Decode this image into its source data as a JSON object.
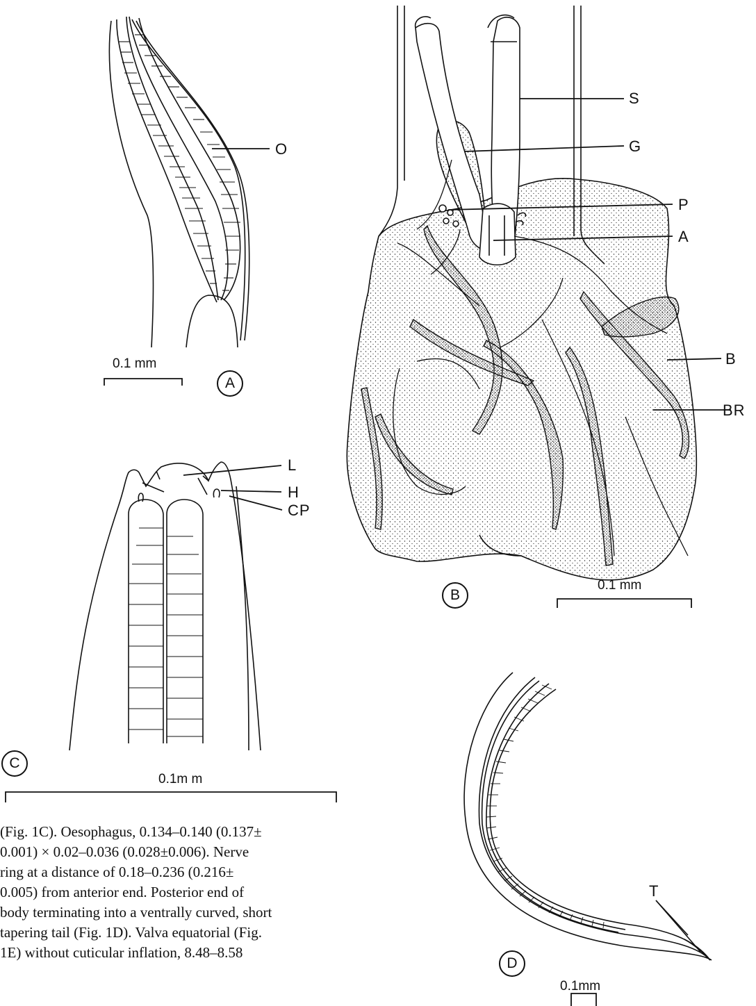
{
  "panels": {
    "a": {
      "label": "A",
      "scale": "0.1 mm",
      "callouts": {
        "oesophagus": "O"
      }
    },
    "b": {
      "label": "B",
      "scale": "0.1 mm",
      "callouts": {
        "spicule": "S",
        "gubernaculum": "G",
        "papillae": "P",
        "anus": "A",
        "bursa": "B",
        "bursal_ray": "BR"
      }
    },
    "c": {
      "label": "C",
      "scale": "0.1m m",
      "callouts": {
        "lip": "L",
        "head": "H",
        "cephalic_papilla": "CP"
      }
    },
    "d": {
      "label": "D",
      "scale": "0.1mm",
      "callouts": {
        "tail": "T"
      }
    }
  },
  "caption_lines": [
    "(Fig. 1C). Oesophagus, 0.134–0.140 (0.137±",
    "0.001) × 0.02–0.036 (0.028±0.006). Nerve",
    "ring at a distance of 0.18–0.236 (0.216±",
    "0.005) from anterior end. Posterior end of",
    "body terminating into a ventrally curved, short",
    "tapering tail (Fig. 1D). Valva equatorial (Fig.",
    "1E) without cuticular inflation, 8.48–8.58"
  ]
}
